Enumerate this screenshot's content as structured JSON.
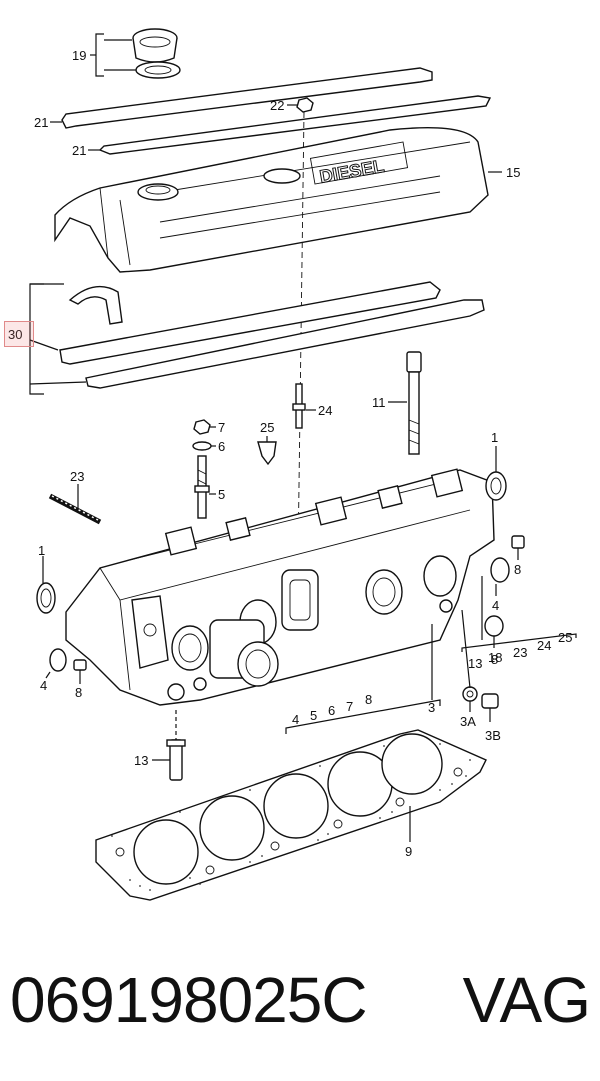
{
  "diagram": {
    "callouts": {
      "c19": "19",
      "c21a": "21",
      "c21b": "21",
      "c22": "22",
      "c15": "15",
      "c30": "30",
      "c11": "11",
      "c24": "24",
      "c7": "7",
      "c6": "6",
      "c25": "25",
      "c5": "5",
      "c1a": "1",
      "c23": "23",
      "c1b": "1",
      "c8a": "8",
      "c4a": "4",
      "c8b": "8",
      "c4b": "4",
      "c18": "18",
      "c13a": "13",
      "c8c": "8",
      "c23b": "23",
      "c24b": "24",
      "c25b": "25",
      "c4c": "4",
      "c5b": "5",
      "c6b": "6",
      "c7b": "7",
      "c8d": "8",
      "c3": "3",
      "c3a": "3A",
      "c3b": "3B",
      "c13b": "13",
      "c9": "9"
    },
    "engraving": "DIESEL",
    "highlight_color": "#e08a8a"
  },
  "footer": {
    "part_number": "069198025C",
    "brand": "VAG"
  }
}
